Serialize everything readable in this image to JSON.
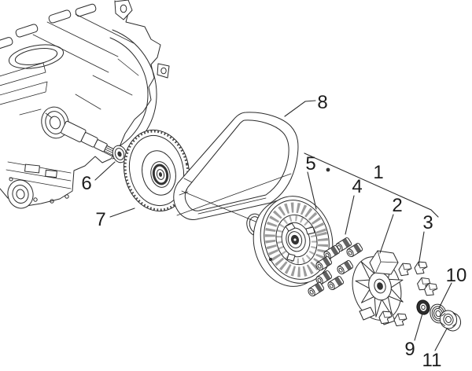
{
  "colors": {
    "background": "#ffffff",
    "line_art": "#2b2b2b",
    "label_text": "#1c1c1c",
    "dark_fill": "#333333"
  },
  "callouts": [
    {
      "number": "1"
    },
    {
      "number": "2"
    },
    {
      "number": "3"
    },
    {
      "number": "4"
    },
    {
      "number": "5"
    },
    {
      "number": "6"
    },
    {
      "number": "7"
    },
    {
      "number": "8"
    },
    {
      "number": "9"
    },
    {
      "number": "10"
    },
    {
      "number": "11"
    }
  ]
}
